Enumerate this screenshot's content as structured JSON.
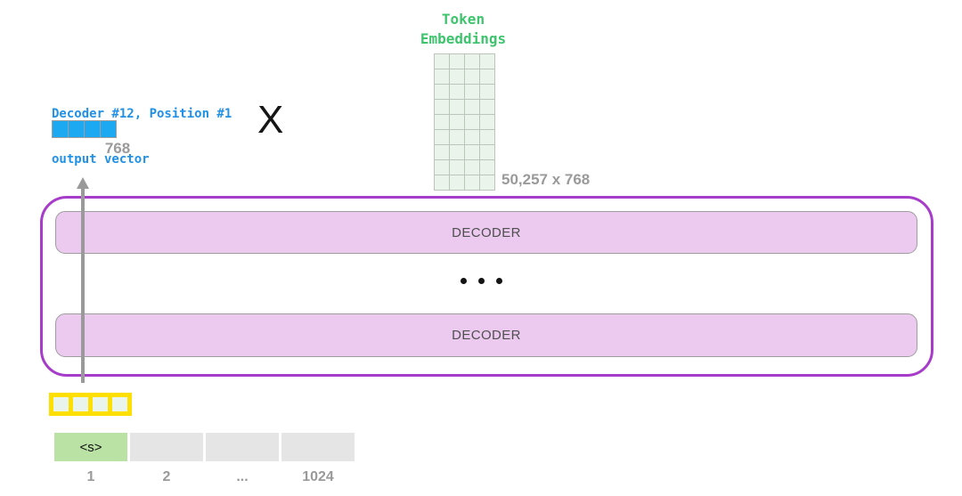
{
  "colors": {
    "green_text": "#3ec46d",
    "blue_text": "#2191e6",
    "blue_cell": "#1ca9f1",
    "gray_text": "#9a9a9a",
    "purple_border": "#a63cc9",
    "decoder_fill": "#eccaf0",
    "grid_fill": "#eaf4eb",
    "yellow_border": "#ffdf00",
    "token_green": "#b9e2a4",
    "token_gray": "#e5e5e5"
  },
  "token_embeddings": {
    "label_line1": "Token",
    "label_line2": "Embeddings",
    "grid_cols": 4,
    "grid_rows": 9,
    "dims_label": "50,257 x 768"
  },
  "output_vector": {
    "label_line1": "Decoder #12, Position #1",
    "label_line2": "output vector",
    "cells": 4,
    "dim_label": "768"
  },
  "multiply": {
    "symbol": "X"
  },
  "decoder_stack": {
    "blocks": [
      "DECODER",
      "DECODER"
    ],
    "ellipsis_dots": 3
  },
  "input": {
    "vector_cells": 4,
    "tokens": [
      {
        "label": "<s>",
        "highlight": true
      },
      {
        "label": "",
        "highlight": false
      },
      {
        "label": "",
        "highlight": false
      },
      {
        "label": "",
        "highlight": false
      }
    ],
    "positions": [
      "1",
      "2",
      "...",
      "1024"
    ]
  }
}
